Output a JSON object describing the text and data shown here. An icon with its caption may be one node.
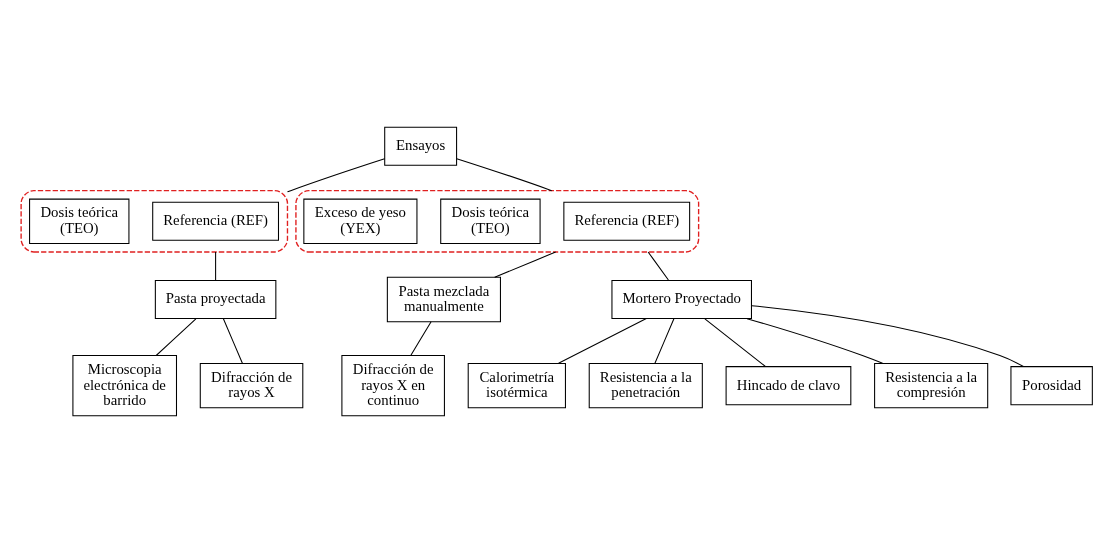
{
  "diagram": {
    "nodes": [
      {
        "text": [
          "Ensayos"
        ]
      },
      {
        "text": [],
        "shape": "box"
      },
      {
        "text": [
          "Referencia (REF)"
        ],
        "in": 1
      },
      {
        "text": [
          "Dosis teórica (TEO)"
        ],
        "in": 1
      },
      {
        "text": [],
        "shape": "box"
      },
      {
        "text": [
          "Referencia (REF)"
        ],
        "in": 4
      },
      {
        "text": [
          "Dosis teórica (TEO)"
        ],
        "in": 4
      },
      {
        "text": [
          "Exceso de yeso (YEX)"
        ],
        "in": 4
      },
      {
        "text": [
          "Pasta proyectada"
        ]
      },
      {
        "text": [
          "Microscopia electrónica de barrido"
        ]
      },
      {
        "text": [
          "Difracción de rayos X"
        ]
      },
      {
        "text": [
          "Pasta mezclada manualmente"
        ]
      },
      {
        "text": [
          "Mortero Proyectado"
        ]
      },
      {
        "text": [
          "Difracción de rayos X en continuo"
        ]
      },
      {
        "text": [
          "Calorimetría isotérmica"
        ]
      },
      {
        "text": [
          "Resistencia a la penetración"
        ]
      },
      {
        "text": [
          "Hincado de clavo"
        ]
      },
      {
        "text": [
          "Resistencia a la compresión"
        ]
      },
      {
        "text": [
          "Porosidad"
        ]
      }
    ],
    "edges": [
      {
        "from": 0,
        "to": 1,
        "arrow": "none"
      },
      {
        "from": 0,
        "to": 4,
        "arrow": "none"
      },
      {
        "from": 1,
        "to": 8,
        "arrow": "none"
      },
      {
        "from": 8,
        "to": 9,
        "arrow": "none"
      },
      {
        "from": 8,
        "to": 10,
        "arrow": "none"
      },
      {
        "from": 4,
        "to": 11,
        "arrow": "none"
      },
      {
        "from": 4,
        "to": 12,
        "arrow": "none"
      },
      {
        "from": 11,
        "to": 13,
        "arrow": "none"
      },
      {
        "from": 12,
        "to": 14,
        "arrow": "none"
      },
      {
        "from": 12,
        "to": 15,
        "arrow": "none"
      },
      {
        "from": 12,
        "to": 16,
        "arrow": "none"
      },
      {
        "from": 12,
        "to": 17,
        "arrow": "none"
      },
      {
        "from": 12,
        "to": 18,
        "arrow": "none"
      }
    ]
  }
}
